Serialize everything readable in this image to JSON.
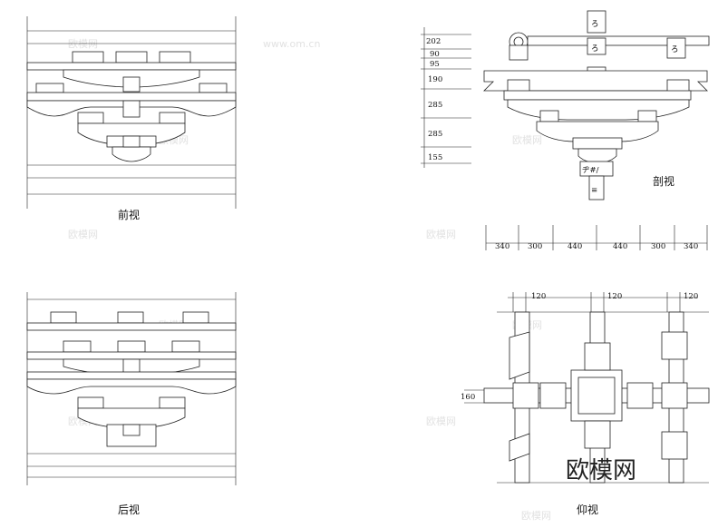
{
  "captions": {
    "front": "前视",
    "back": "后视",
    "section": "剖视",
    "bottom": "仰视"
  },
  "section_dims": {
    "vertical": [
      "202",
      "90",
      "95",
      "190",
      "285",
      "285",
      "155"
    ],
    "horizontal": [
      "340",
      "300",
      "440",
      "440",
      "300",
      "340"
    ]
  },
  "bottom_dims": {
    "top": [
      "120",
      "120",
      "120"
    ],
    "left": "160"
  },
  "watermark": "欧模网",
  "watermark_url": "www.om.cn"
}
